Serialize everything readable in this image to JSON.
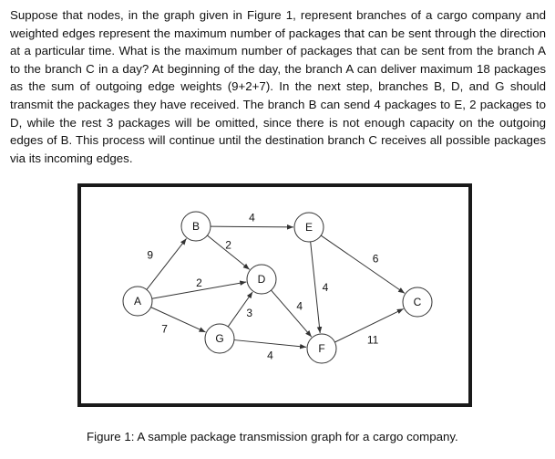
{
  "paragraph": "Suppose that nodes, in the graph given in Figure 1, represent branches of a cargo company and weighted edges represent the maximum number of packages that can be sent through the direction at a particular time. What is the maximum number of packages that can be sent from the branch A to the branch C in a day? At beginning of the day, the branch A can deliver maximum 18 packages as the sum of outgoing edge weights (9+2+7). In the next step, branches B, D, and G should transmit the packages they have received. The branch B can send 4 packages to E, 2 packages to D, while the rest 3 packages will be omitted, since there is not enough capacity on the outgoing edges of B. This process will continue until the destination branch C receives all possible packages via its incoming edges.",
  "caption": "Figure 1: A sample package transmission graph for a cargo company.",
  "graph": {
    "nodes": [
      "A",
      "B",
      "D",
      "E",
      "G",
      "F",
      "C"
    ],
    "edges": [
      {
        "from": "A",
        "to": "B",
        "weight": "9"
      },
      {
        "from": "A",
        "to": "D",
        "weight": "2"
      },
      {
        "from": "A",
        "to": "G",
        "weight": "7"
      },
      {
        "from": "B",
        "to": "E",
        "weight": "4"
      },
      {
        "from": "B",
        "to": "D",
        "weight": "2"
      },
      {
        "from": "G",
        "to": "D",
        "weight": "3"
      },
      {
        "from": "D",
        "to": "F",
        "weight": "4"
      },
      {
        "from": "E",
        "to": "F",
        "weight": "4"
      },
      {
        "from": "G",
        "to": "F",
        "weight": "4"
      },
      {
        "from": "E",
        "to": "C",
        "weight": "6"
      },
      {
        "from": "F",
        "to": "C",
        "weight": "11"
      }
    ]
  }
}
